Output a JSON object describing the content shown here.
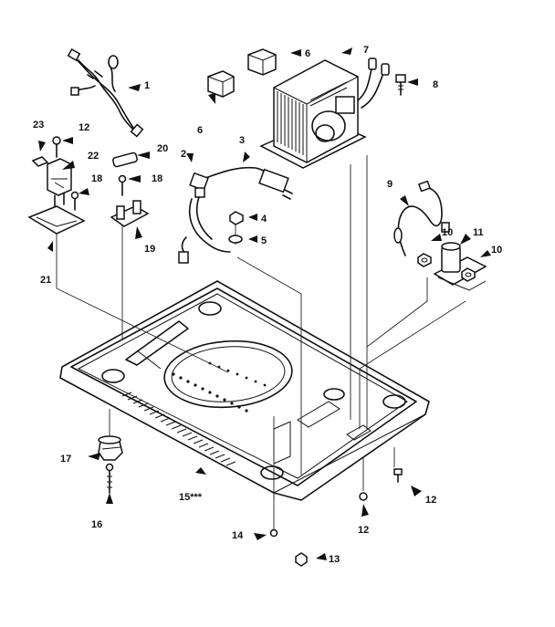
{
  "callouts": {
    "c1": "1",
    "c2": "2",
    "c3": "3",
    "c4": "4",
    "c5": "5",
    "c6a": "6",
    "c6b": "6",
    "c7": "7",
    "c8": "8",
    "c9": "9",
    "c10a": "10",
    "c10b": "10",
    "c11": "11",
    "c12a": "12",
    "c12b": "12",
    "c12c": "12",
    "c13": "13",
    "c14": "14",
    "c15": "15***",
    "c16": "16",
    "c17": "17",
    "c18a": "18",
    "c18b": "18",
    "c19": "19",
    "c20": "20",
    "c21": "21",
    "c22": "22",
    "c23": "23"
  }
}
